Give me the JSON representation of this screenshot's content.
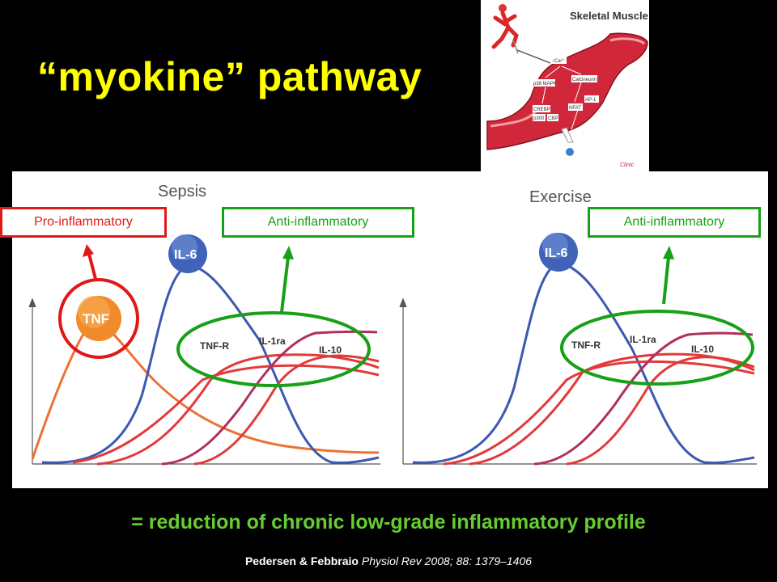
{
  "title": "“myokine” pathway",
  "muscle_figure": {
    "title": "Skeletal Muscle",
    "labels": {
      "ca": "↑Ca²⁺",
      "p38": "p38 MAPK",
      "calcineurin": "Calcineurin",
      "creb": "CREBP",
      "p300": "p300",
      "cbp": "CBP",
      "nfat": "NFAT",
      "ap1": "AP-1"
    }
  },
  "panels": {
    "sepsis": {
      "title": "Sepsis",
      "pro_label": "Pro-inflammatory",
      "anti_label": "Anti-inflammatory",
      "tnf": "TNF",
      "il6": "IL-6",
      "tnfr": "TNF-R",
      "il1ra": "IL-1ra",
      "il10": "IL-10"
    },
    "exercise": {
      "title": "Exercise",
      "anti_label": "Anti-inflammatory",
      "il6": "IL-6",
      "tnfr": "TNF-R",
      "il1ra": "IL-1ra",
      "il10": "IL-10"
    }
  },
  "colors": {
    "title": "#ffff00",
    "pro": "#e01818",
    "anti": "#18a018",
    "il6_curve": "#3c58b0",
    "tnf_curve": "#ee7033",
    "red_curves": "#e23a3a",
    "il10_curve": "#b0305c",
    "subtitle": "#66cc33"
  },
  "subtitle": "= reduction of chronic low-grade inflammatory profile",
  "citation": {
    "authors": "Pedersen & Febbraio",
    "journal": "Physiol Rev 2008; 88: 1379–1406"
  }
}
